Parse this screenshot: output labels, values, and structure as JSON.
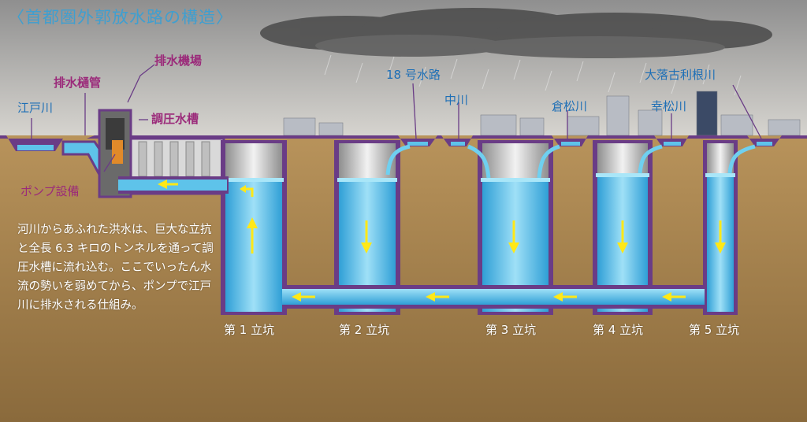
{
  "title": "〈首都圏外郭放水路の構造〉",
  "labels": {
    "pump_house": "排水機場",
    "drain_gate": "排水樋管",
    "edogawa": "江戸川",
    "surge_tank": "調圧水槽",
    "pump_equipment": "ポンプ設備",
    "route18": "18 号水路",
    "nakagawa": "中川",
    "kuramatsu": "倉松川",
    "koumatsu": "幸松川",
    "ootoshi": "大落古利根川"
  },
  "description": "河川からあふれた洪水は、巨大な立抗と全長 6.3 キロのトンネルを通って調圧水槽に流れ込む。ここでいったん水流の勢いを弱めてから、ポンプで江戸川に排水される仕組み。",
  "shafts": [
    {
      "label": "第 1 立坑"
    },
    {
      "label": "第 2 立坑"
    },
    {
      "label": "第 3 立坑"
    },
    {
      "label": "第 4 立坑"
    },
    {
      "label": "第 5 立坑"
    }
  ],
  "colors": {
    "soil": "#9a7a4a",
    "water": "#5ec3ea",
    "outline": "#6a3c86",
    "arrow": "#ffe817",
    "label_blue": "#1e6fb6",
    "label_pink": "#9b2a7a"
  }
}
